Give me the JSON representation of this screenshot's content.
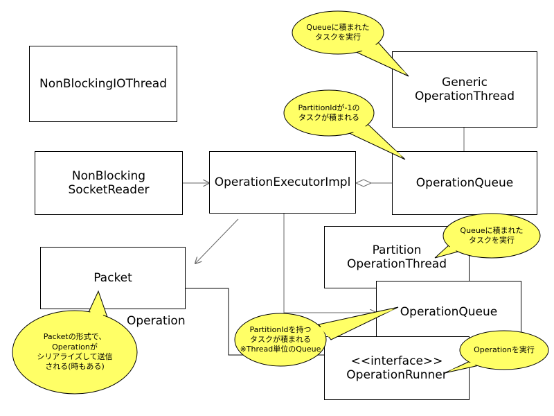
{
  "colors": {
    "bubble_fill": "#ffff66",
    "bubble_stroke": "#000000",
    "line": "#666666",
    "box_border": "#000000"
  },
  "boxes": {
    "nonblocking_io_thread": "NonBlockingIOThread",
    "generic_operation_thread": "Generic\nOperationThread",
    "nonblocking_socket_reader": "NonBlocking\nSocketReader",
    "operation_executor_impl": "OperationExecutorImpl",
    "operation_queue_generic": "OperationQueue",
    "packet": "Packet",
    "partition_operation_thread": "Partition\nOperationThread",
    "operation_queue_partition": "OperationQueue",
    "operation_runner": "<<interface>>\nOperationRunner"
  },
  "labels": {
    "operation": "Operation"
  },
  "callouts": {
    "generic_queue_task": "Queueに積まれた\nタスクを実行",
    "partition_id_minus_one": "PartitionIdが-1の\nタスクが積まれる",
    "partition_queue_task": "Queueに積まれた\nタスクを実行",
    "packet_serialize": "Packetの形式で、\nOperationが\nシリアライズして送信\nされる(時もある)",
    "partition_id_thread": "PartitionIdを持つ\nタスクが積まれる\n※Thread単位のQueue",
    "operation_execute": "Operationを実行"
  }
}
